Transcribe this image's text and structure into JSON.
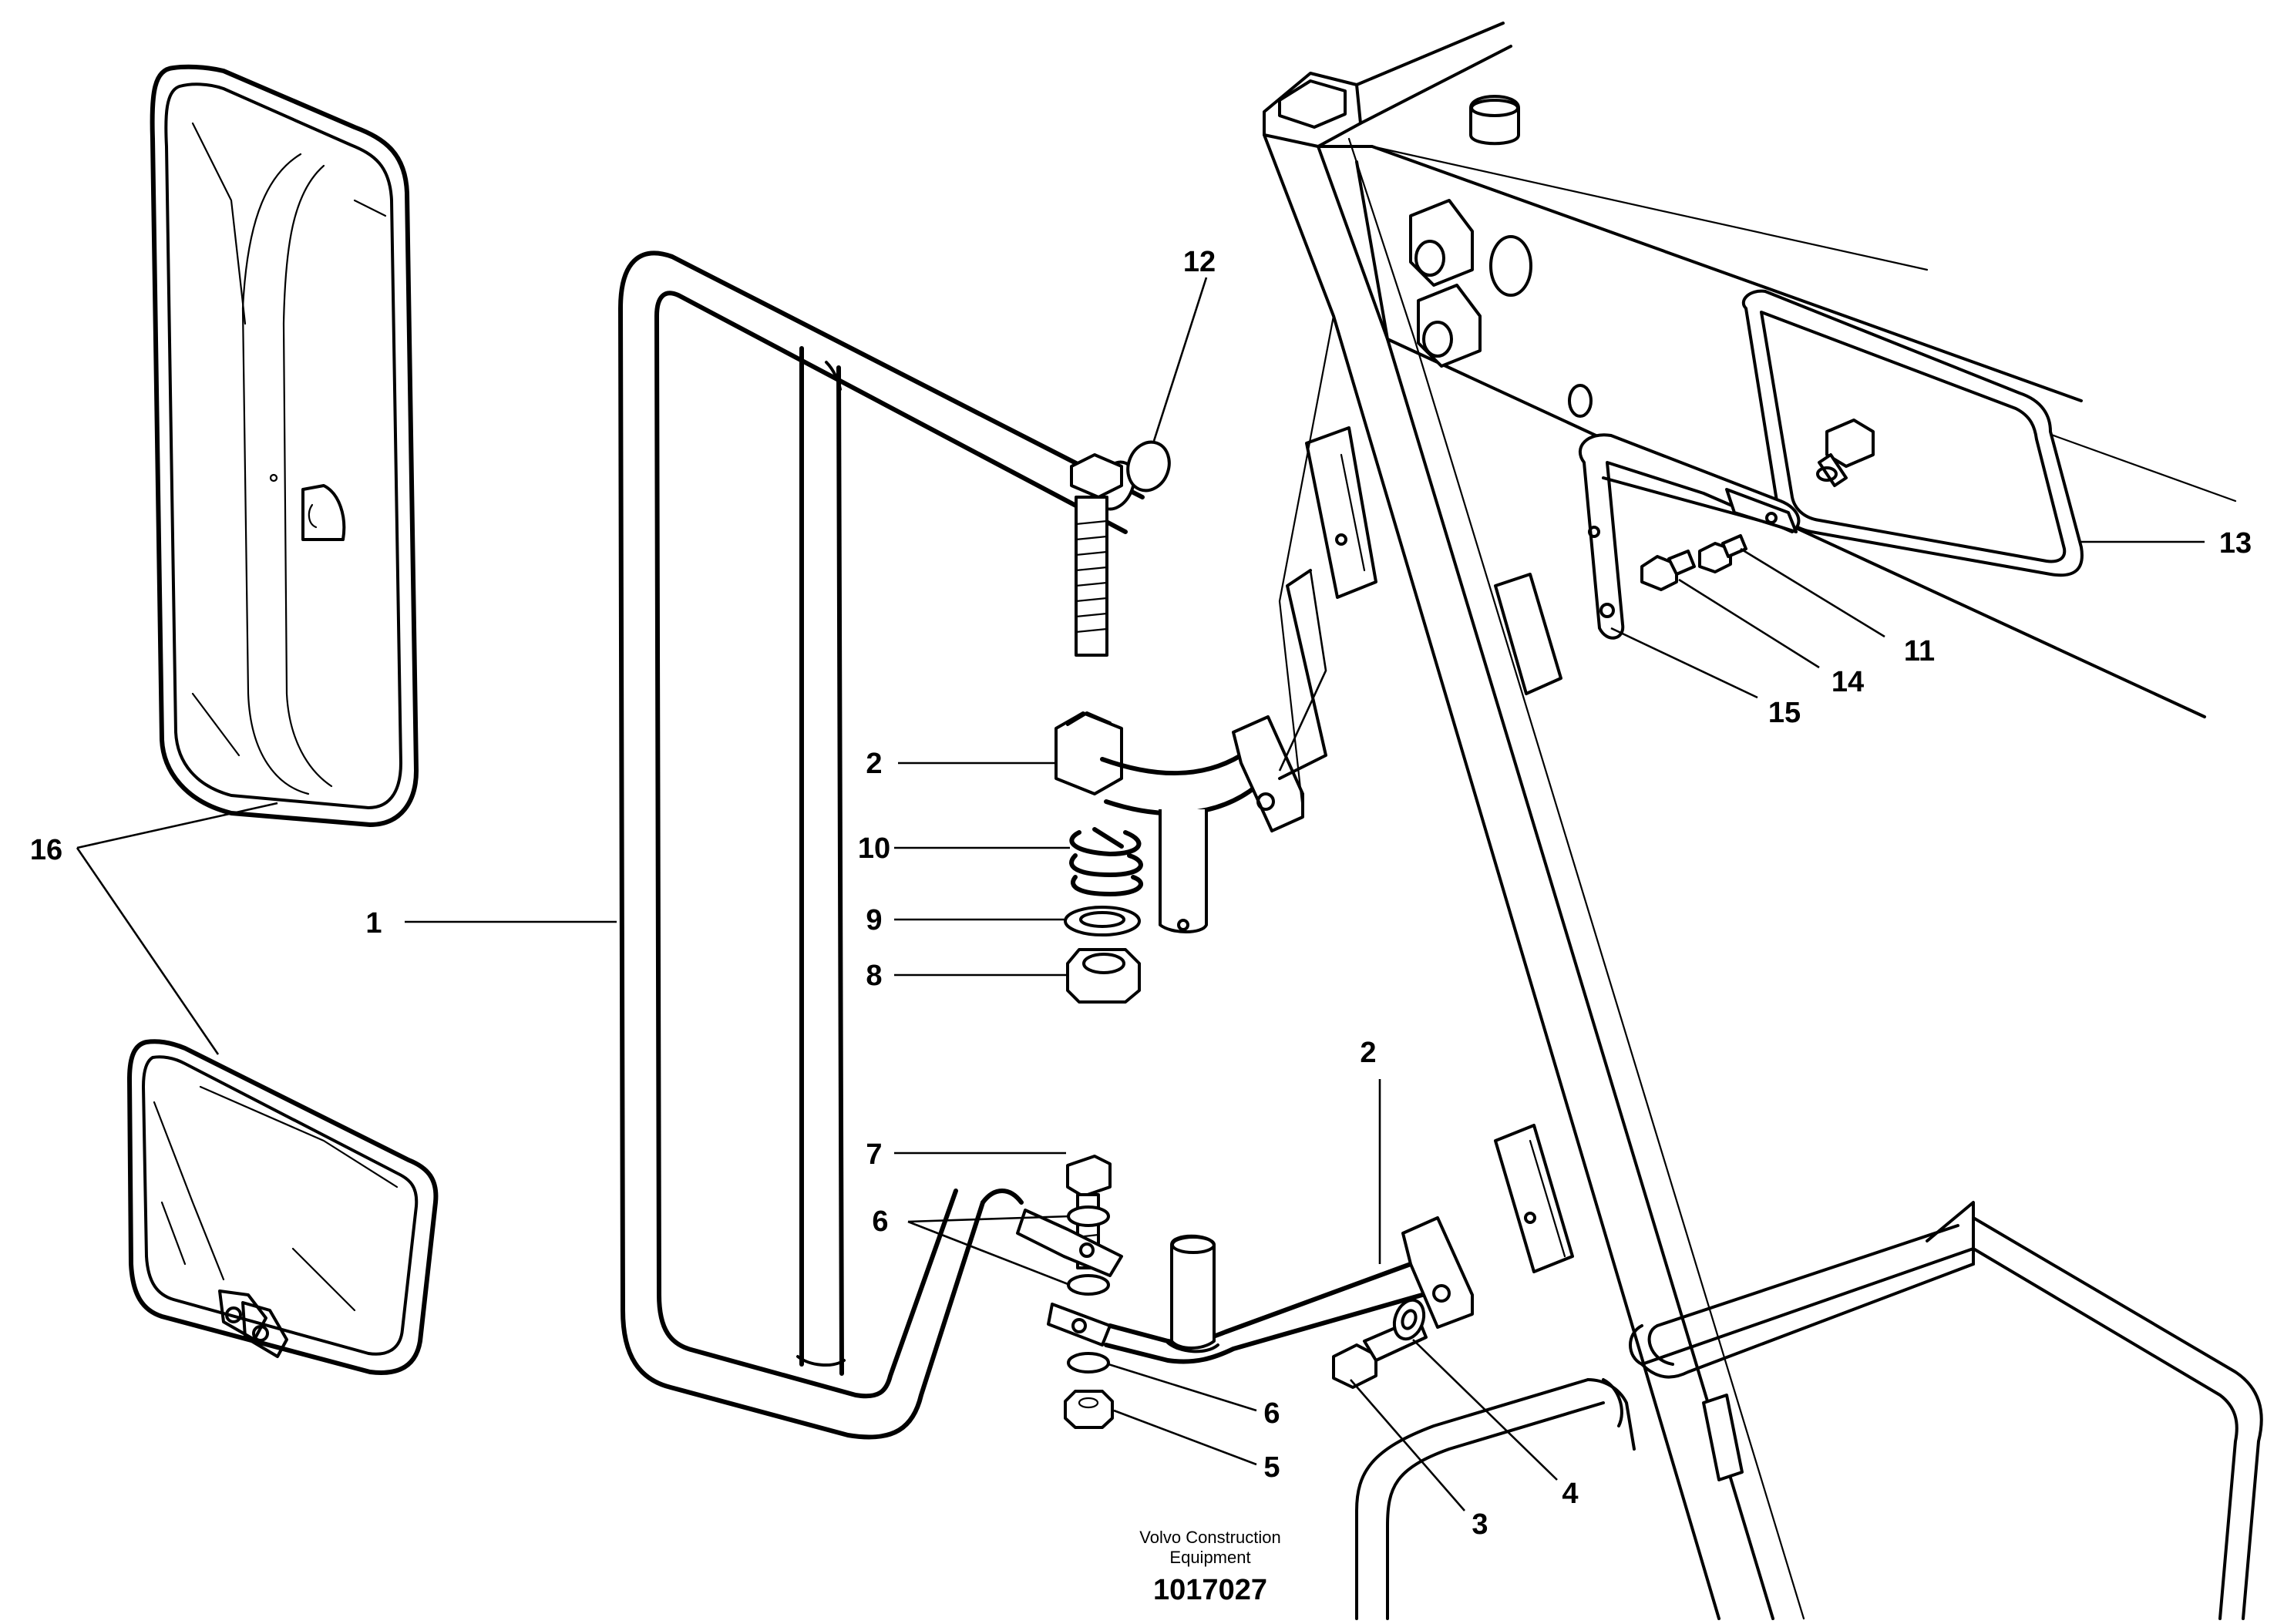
{
  "callouts": [
    {
      "id": "c1",
      "label": "1"
    },
    {
      "id": "c2a",
      "label": "2"
    },
    {
      "id": "c2b",
      "label": "2"
    },
    {
      "id": "c3",
      "label": "3"
    },
    {
      "id": "c4",
      "label": "4"
    },
    {
      "id": "c5",
      "label": "5"
    },
    {
      "id": "c6a",
      "label": "6"
    },
    {
      "id": "c6b",
      "label": "6"
    },
    {
      "id": "c7",
      "label": "7"
    },
    {
      "id": "c8",
      "label": "8"
    },
    {
      "id": "c9",
      "label": "9"
    },
    {
      "id": "c10",
      "label": "10"
    },
    {
      "id": "c11",
      "label": "11"
    },
    {
      "id": "c12",
      "label": "12"
    },
    {
      "id": "c13",
      "label": "13"
    },
    {
      "id": "c14",
      "label": "14"
    },
    {
      "id": "c15",
      "label": "15"
    },
    {
      "id": "c16",
      "label": "16"
    }
  ],
  "footer": {
    "brand_line1": "Volvo Construction",
    "brand_line2": "Equipment",
    "drawing_number": "1017027"
  },
  "colors": {
    "line": "#000000",
    "background": "#ffffff"
  }
}
